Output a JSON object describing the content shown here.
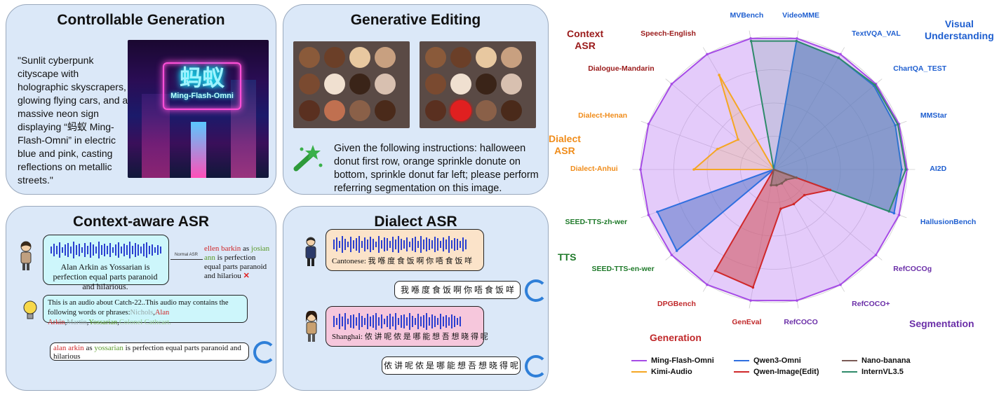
{
  "panels": {
    "controllable": {
      "title": "Controllable Generation",
      "prompt": "\"Sunlit cyberpunk cityscape with holographic skyscrapers, glowing flying cars, and a massive neon sign displaying “蚂蚁 Ming-Flash-Omni” in electric blue and pink, casting reflections on metallic streets.\"",
      "sign_cn": "蚂蚁",
      "sign_en": "Ming-Flash-Omni"
    },
    "editing": {
      "title": "Generative Editing",
      "instruction": "Given the following instructions: halloween donut first row, orange sprinkle donute on bottom, sprinkle donut far left; please perform referring segmentation on this image."
    },
    "context_asr": {
      "title": "Context-aware ASR",
      "transcript": "Alan Arkin as Yossarian is perfection equal parts paranoid and hilarious.",
      "normal_asr_label": "Normal ASR",
      "normal_parts": [
        "ellen barkin",
        " as ",
        "josian ann",
        " is perfection equal parts paranoid and hilariou "
      ],
      "context_prefix": "This is an audio about Catch-22..This audio may contains the following words or phrases:",
      "context_words": [
        "Nichols",
        "Alan Arkin",
        "Martin",
        "Yossarian",
        "Colonel Cathcart."
      ],
      "context_seps": [
        ",",
        ",",
        ",",
        ","
      ],
      "answer_parts": [
        "alan arkin",
        " as ",
        "yossarian",
        " is perfection equal parts paranoid and hilarious"
      ]
    },
    "dialect_asr": {
      "title": "Dialect ASR",
      "cantonese": "Cantonese: 我 喺 度 食 饭 啊 你 唔 食 饭 咩",
      "cantonese_reply": "我 喺 度 食 饭 啊 你 唔 食 饭 咩",
      "shanghai": "Shanghai: 侬 讲 呢 侬 是 哪 能 想 吾 想 晓 得 呢",
      "shanghai_reply": "侬 讲 呢 侬 是 哪 能 想 吾 想 晓 得 呢"
    }
  },
  "chart_data": {
    "type": "radar",
    "axes": [
      "VideoMME",
      "TextVQA_VAL",
      "ChartQA_TEST",
      "MMStar",
      "AI2D",
      "HallusionBench",
      "RefCOCOg",
      "RefCOCO+",
      "RefCOCO",
      "GenEval",
      "DPGBench",
      "SEED-TTS-en-wer",
      "SEED-TTS-zh-wer",
      "Dialect-Anhui",
      "Dialect-Henan",
      "Dialogue-Mandarin",
      "Speech-English",
      "MVBench"
    ],
    "axis_colors": [
      "#1f5fd0",
      "#1f5fd0",
      "#1f5fd0",
      "#1f5fd0",
      "#1f5fd0",
      "#1f5fd0",
      "#6b2fa8",
      "#6b2fa8",
      "#6b2fa8",
      "#c0282a",
      "#c0282a",
      "#1f7a2a",
      "#1f7a2a",
      "#f08c1a",
      "#f08c1a",
      "#9a1a1a",
      "#9a1a1a",
      "#1f5fd0"
    ],
    "groups": [
      {
        "text": "Visual\nUnderstanding",
        "color": "#1f5fd0"
      },
      {
        "text": "Segmentation",
        "color": "#6b2fa8"
      },
      {
        "text": "Generation",
        "color": "#c0282a"
      },
      {
        "text": "TTS",
        "color": "#1f7a2a"
      },
      {
        "text": "Dialect\nASR",
        "color": "#f08c1a"
      },
      {
        "text": "Context\nASR",
        "color": "#9a1a1a"
      }
    ],
    "series": [
      {
        "name": "Ming-Flash-Omni",
        "color": "#a64ce6",
        "fill": "rgba(196,140,245,0.45)",
        "values": [
          1.0,
          1.0,
          1.0,
          1.0,
          1.0,
          1.0,
          1.0,
          1.0,
          1.0,
          1.0,
          1.0,
          1.0,
          1.0,
          1.0,
          1.0,
          1.0,
          1.0,
          1.0
        ]
      },
      {
        "name": "Kimi-Audio",
        "color": "#f5a623",
        "fill": "rgba(245,166,35,0.18)",
        "values": [
          0,
          0,
          0,
          0,
          0,
          0,
          0,
          0,
          0,
          0,
          0,
          0,
          0,
          0.6,
          0.45,
          0.35,
          0.82,
          0
        ]
      },
      {
        "name": "Qwen3-Omni",
        "color": "#2f6fe0",
        "fill": "rgba(90,120,200,0.55)",
        "values": [
          0.98,
          0.97,
          0.98,
          0.97,
          0.96,
          0.96,
          0,
          0,
          0,
          0,
          0,
          0.95,
          0.93,
          0,
          0,
          0,
          0,
          0
        ]
      },
      {
        "name": "Qwen-Image(Edit)",
        "color": "#d0282a",
        "fill": "rgba(210,90,100,0.6)",
        "values": [
          0,
          0,
          0,
          0,
          0,
          0.45,
          0.3,
          0.3,
          0.3,
          0.9,
          0.88,
          0,
          0,
          0,
          0,
          0,
          0,
          0
        ]
      },
      {
        "name": "Nano-banana",
        "color": "#7a5a55",
        "fill": "rgba(140,120,120,0.6)",
        "values": [
          0,
          0,
          0,
          0,
          0,
          0.18,
          0.12,
          0.12,
          0.12,
          0.12,
          0,
          0,
          0,
          0,
          0,
          0,
          0,
          0
        ]
      },
      {
        "name": "InternVL3.5",
        "color": "#2e8a6a",
        "fill": "rgba(46,138,106,0.15)",
        "values": [
          0.98,
          0.97,
          0.99,
          0.99,
          0.99,
          0.92,
          0,
          0,
          0,
          0,
          0,
          0,
          0,
          0,
          0,
          0,
          0,
          0.98
        ]
      }
    ],
    "legend_position": "bottom"
  }
}
